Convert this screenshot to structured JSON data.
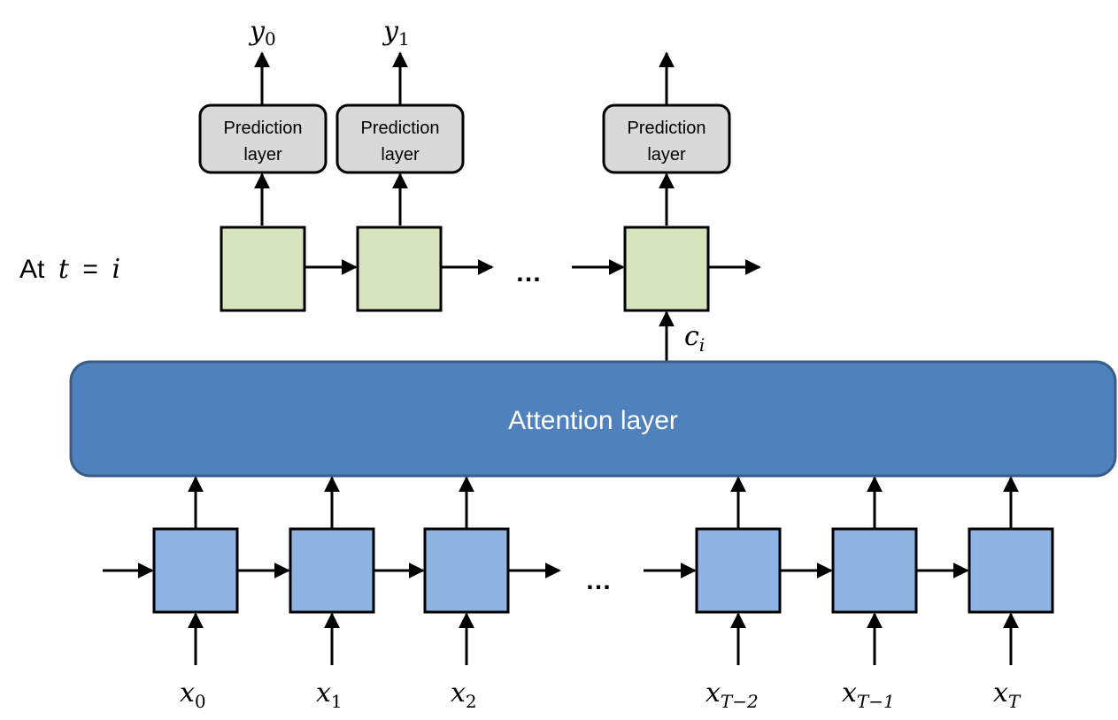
{
  "diagram": {
    "timestep_label": {
      "prefix": "At",
      "expr_var": "t",
      "expr_eq": "=",
      "expr_val": "i"
    },
    "prediction_boxes": [
      {
        "line1": "Prediction",
        "line2": "layer"
      },
      {
        "line1": "Prediction",
        "line2": "layer"
      },
      {
        "line1": "Prediction",
        "line2": "layer"
      }
    ],
    "outputs": [
      {
        "base": "y",
        "sub": "0"
      },
      {
        "base": "y",
        "sub": "1"
      }
    ],
    "context": {
      "base": "c",
      "sub": "i"
    },
    "attention_label": "Attention layer",
    "ellipsis": "…",
    "inputs": [
      {
        "base": "x",
        "sub": "0"
      },
      {
        "base": "x",
        "sub": "1"
      },
      {
        "base": "x",
        "sub": "2"
      },
      {
        "base": "x",
        "sub": "T−2"
      },
      {
        "base": "x",
        "sub": "T−1"
      },
      {
        "base": "x",
        "sub": "T"
      }
    ],
    "colors": {
      "attention_fill": "#4f81bd",
      "encoder_cell": "#8eb4e3",
      "decoder_cell": "#d7e4bd",
      "prediction_box": "#d9d9d9"
    }
  }
}
